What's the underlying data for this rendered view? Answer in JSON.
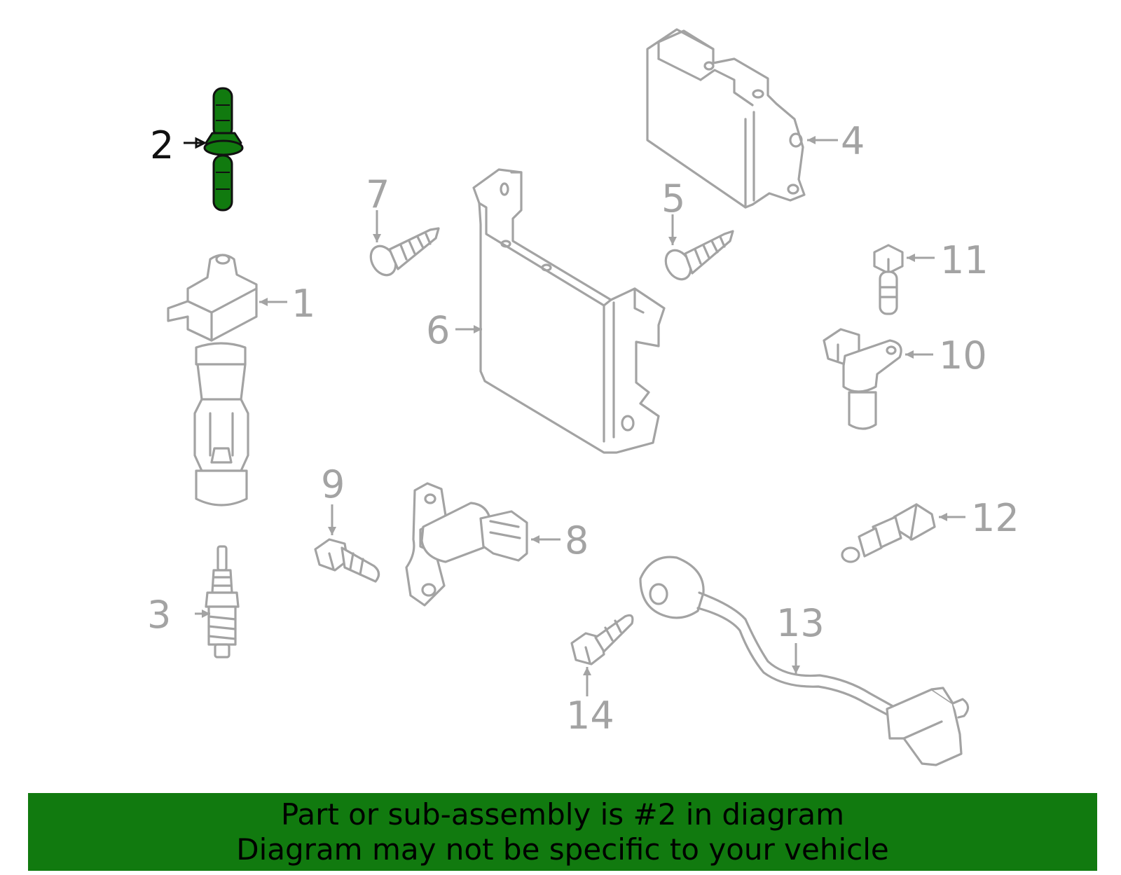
{
  "diagram": {
    "callouts": [
      {
        "id": "1",
        "label": "1"
      },
      {
        "id": "2",
        "label": "2"
      },
      {
        "id": "3",
        "label": "3"
      },
      {
        "id": "4",
        "label": "4"
      },
      {
        "id": "5",
        "label": "5"
      },
      {
        "id": "6",
        "label": "6"
      },
      {
        "id": "7",
        "label": "7"
      },
      {
        "id": "8",
        "label": "8"
      },
      {
        "id": "9",
        "label": "9"
      },
      {
        "id": "10",
        "label": "10"
      },
      {
        "id": "11",
        "label": "11"
      },
      {
        "id": "12",
        "label": "12"
      },
      {
        "id": "13",
        "label": "13"
      },
      {
        "id": "14",
        "label": "14"
      }
    ],
    "highlighted_part": "2",
    "colors": {
      "highlight": "#117a0f",
      "outline": "#a3a3a3",
      "highlight_text": "#111111"
    }
  },
  "banner": {
    "line1": "Part or sub-assembly is #2 in diagram",
    "line2": "Diagram may not be specific to your vehicle",
    "background": "#117a0f"
  }
}
